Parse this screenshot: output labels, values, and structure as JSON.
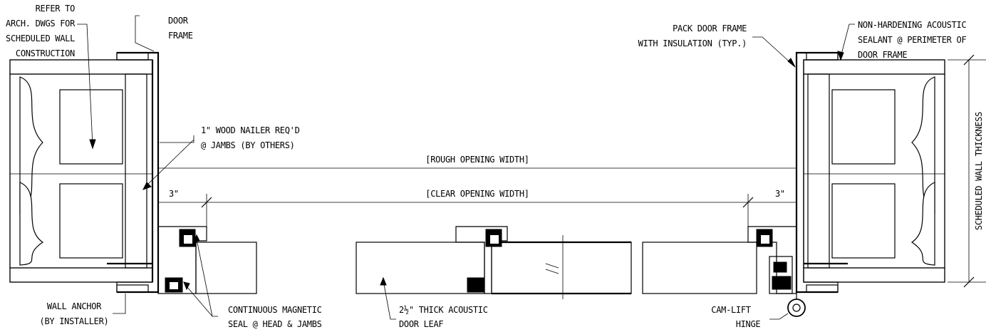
{
  "labels": {
    "refer_arch": [
      "REFER TO",
      "ARCH. DWGS FOR",
      "SCHEDULED WALL",
      "CONSTRUCTION"
    ],
    "door_frame": [
      "DOOR",
      "FRAME"
    ],
    "pack_frame": [
      "PACK DOOR FRAME",
      "WITH INSULATION (TYP.)"
    ],
    "sealant": [
      "NON-HARDENING ACOUSTIC",
      "SEALANT @ PERIMETER OF",
      "DOOR FRAME"
    ],
    "wood_nailer": [
      "1\" WOOD NAILER REQ'D",
      "@ JAMBS (BY OTHERS)"
    ],
    "rough_opening": "[ROUGH OPENING WIDTH]",
    "clear_opening": "[CLEAR OPENING WIDTH]",
    "dim_left": "3\"",
    "dim_right": "3\"",
    "wall_thickness": "SCHEDULED WALL THICKNESS",
    "wall_anchor": [
      "WALL ANCHOR",
      "(BY INSTALLER)"
    ],
    "magnetic_seal": [
      "CONTINUOUS MAGNETIC",
      "SEAL @ HEAD & JAMBS"
    ],
    "door_leaf": [
      "2½\" THICK ACOUSTIC",
      "DOOR LEAF"
    ],
    "hinge": [
      "CAM-LIFT",
      "HINGE"
    ]
  }
}
